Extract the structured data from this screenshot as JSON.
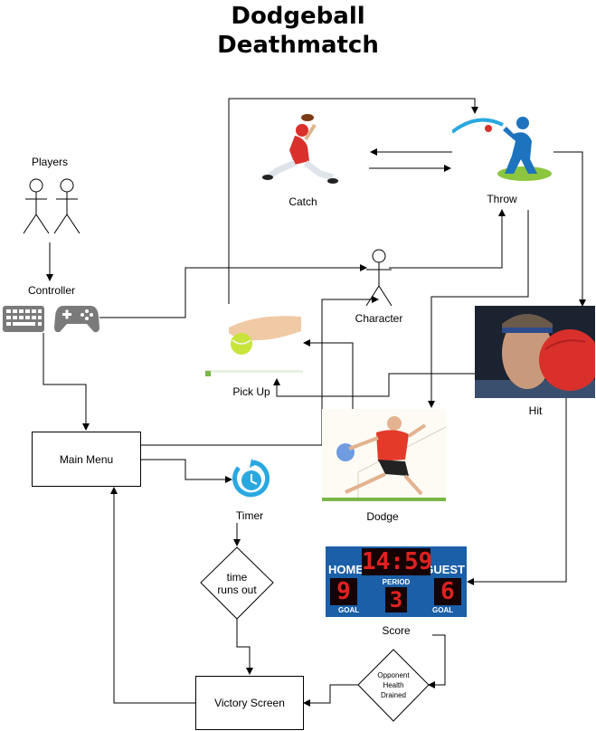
{
  "title_line1": "Dodgeball",
  "title_line2": "Deathmatch",
  "nodes": {
    "players": "Players",
    "controller": "Controller",
    "main_menu": "Main Menu",
    "catch": "Catch",
    "throw": "Throw",
    "character": "Character",
    "pick_up": "Pick Up",
    "hit": "Hit",
    "dodge": "Dodge",
    "timer": "Timer",
    "time_runs_out_1": "time",
    "time_runs_out_2": "runs out",
    "score": "Score",
    "opponent_1": "Opponent",
    "opponent_2": "Health",
    "opponent_3": "Drained",
    "victory_screen": "Victory Screen"
  },
  "scoreboard": {
    "home": "HOME",
    "guest": "GUEST",
    "clock": "14:59",
    "period_label": "PERIOD",
    "period": "3",
    "home_score": "9",
    "guest_score": "6",
    "goal": "GOAL"
  },
  "colors": {
    "line": "#000000",
    "timer_blue": "#29a8e0",
    "throw_blue": "#1e73be",
    "ball_red": "#d9302b",
    "scoreboard_blue": "#1a5fa8",
    "led_red": "#e02020"
  }
}
